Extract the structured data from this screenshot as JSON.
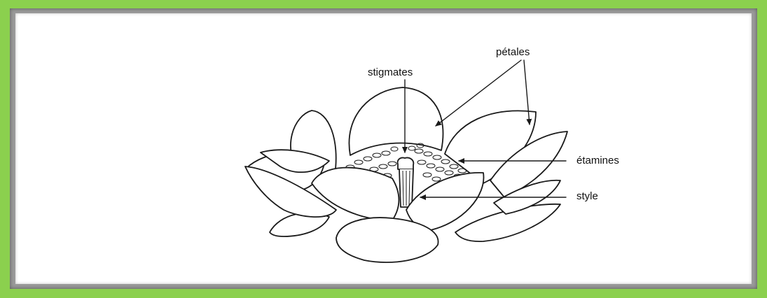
{
  "labels": {
    "petales": "pétales",
    "stigmates": "stigmates",
    "etamines": "étamines",
    "style": "style"
  },
  "colors": {
    "frame_green": "#8bd04e",
    "inner_border": "#9a9a9a",
    "panel": "#ffffff",
    "ink": "#1a1a1a"
  }
}
